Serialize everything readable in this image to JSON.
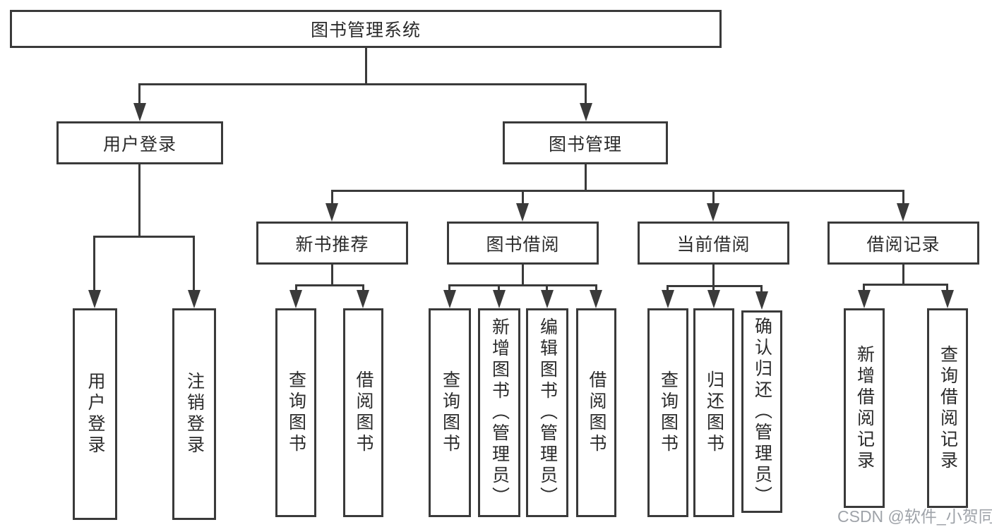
{
  "diagram": {
    "root": "图书管理系统",
    "branches": [
      {
        "label": "用户登录",
        "children": [
          {
            "label": "用户登录"
          },
          {
            "label": "注销登录"
          }
        ]
      },
      {
        "label": "图书管理",
        "groups": [
          {
            "label": "新书推荐",
            "children": [
              {
                "label": "查询图书"
              },
              {
                "label": "借阅图书"
              }
            ]
          },
          {
            "label": "图书借阅",
            "children": [
              {
                "label": "查询图书"
              },
              {
                "label": "新增图书（管理员）"
              },
              {
                "label": "编辑图书（管理员）"
              },
              {
                "label": "借阅图书"
              }
            ]
          },
          {
            "label": "当前借阅",
            "children": [
              {
                "label": "查询图书"
              },
              {
                "label": "归还图书"
              },
              {
                "label": "确认归还（管理员）"
              }
            ]
          },
          {
            "label": "借阅记录",
            "children": [
              {
                "label": "新增借阅记录"
              },
              {
                "label": "查询借阅记录"
              }
            ]
          }
        ]
      }
    ],
    "watermark": "CSDN @软件_小贺同学",
    "colors": {
      "line": "#3a3a3a",
      "text": "#2b2b2b",
      "watermark": "#9fa3a9",
      "background": "#ffffff"
    }
  }
}
